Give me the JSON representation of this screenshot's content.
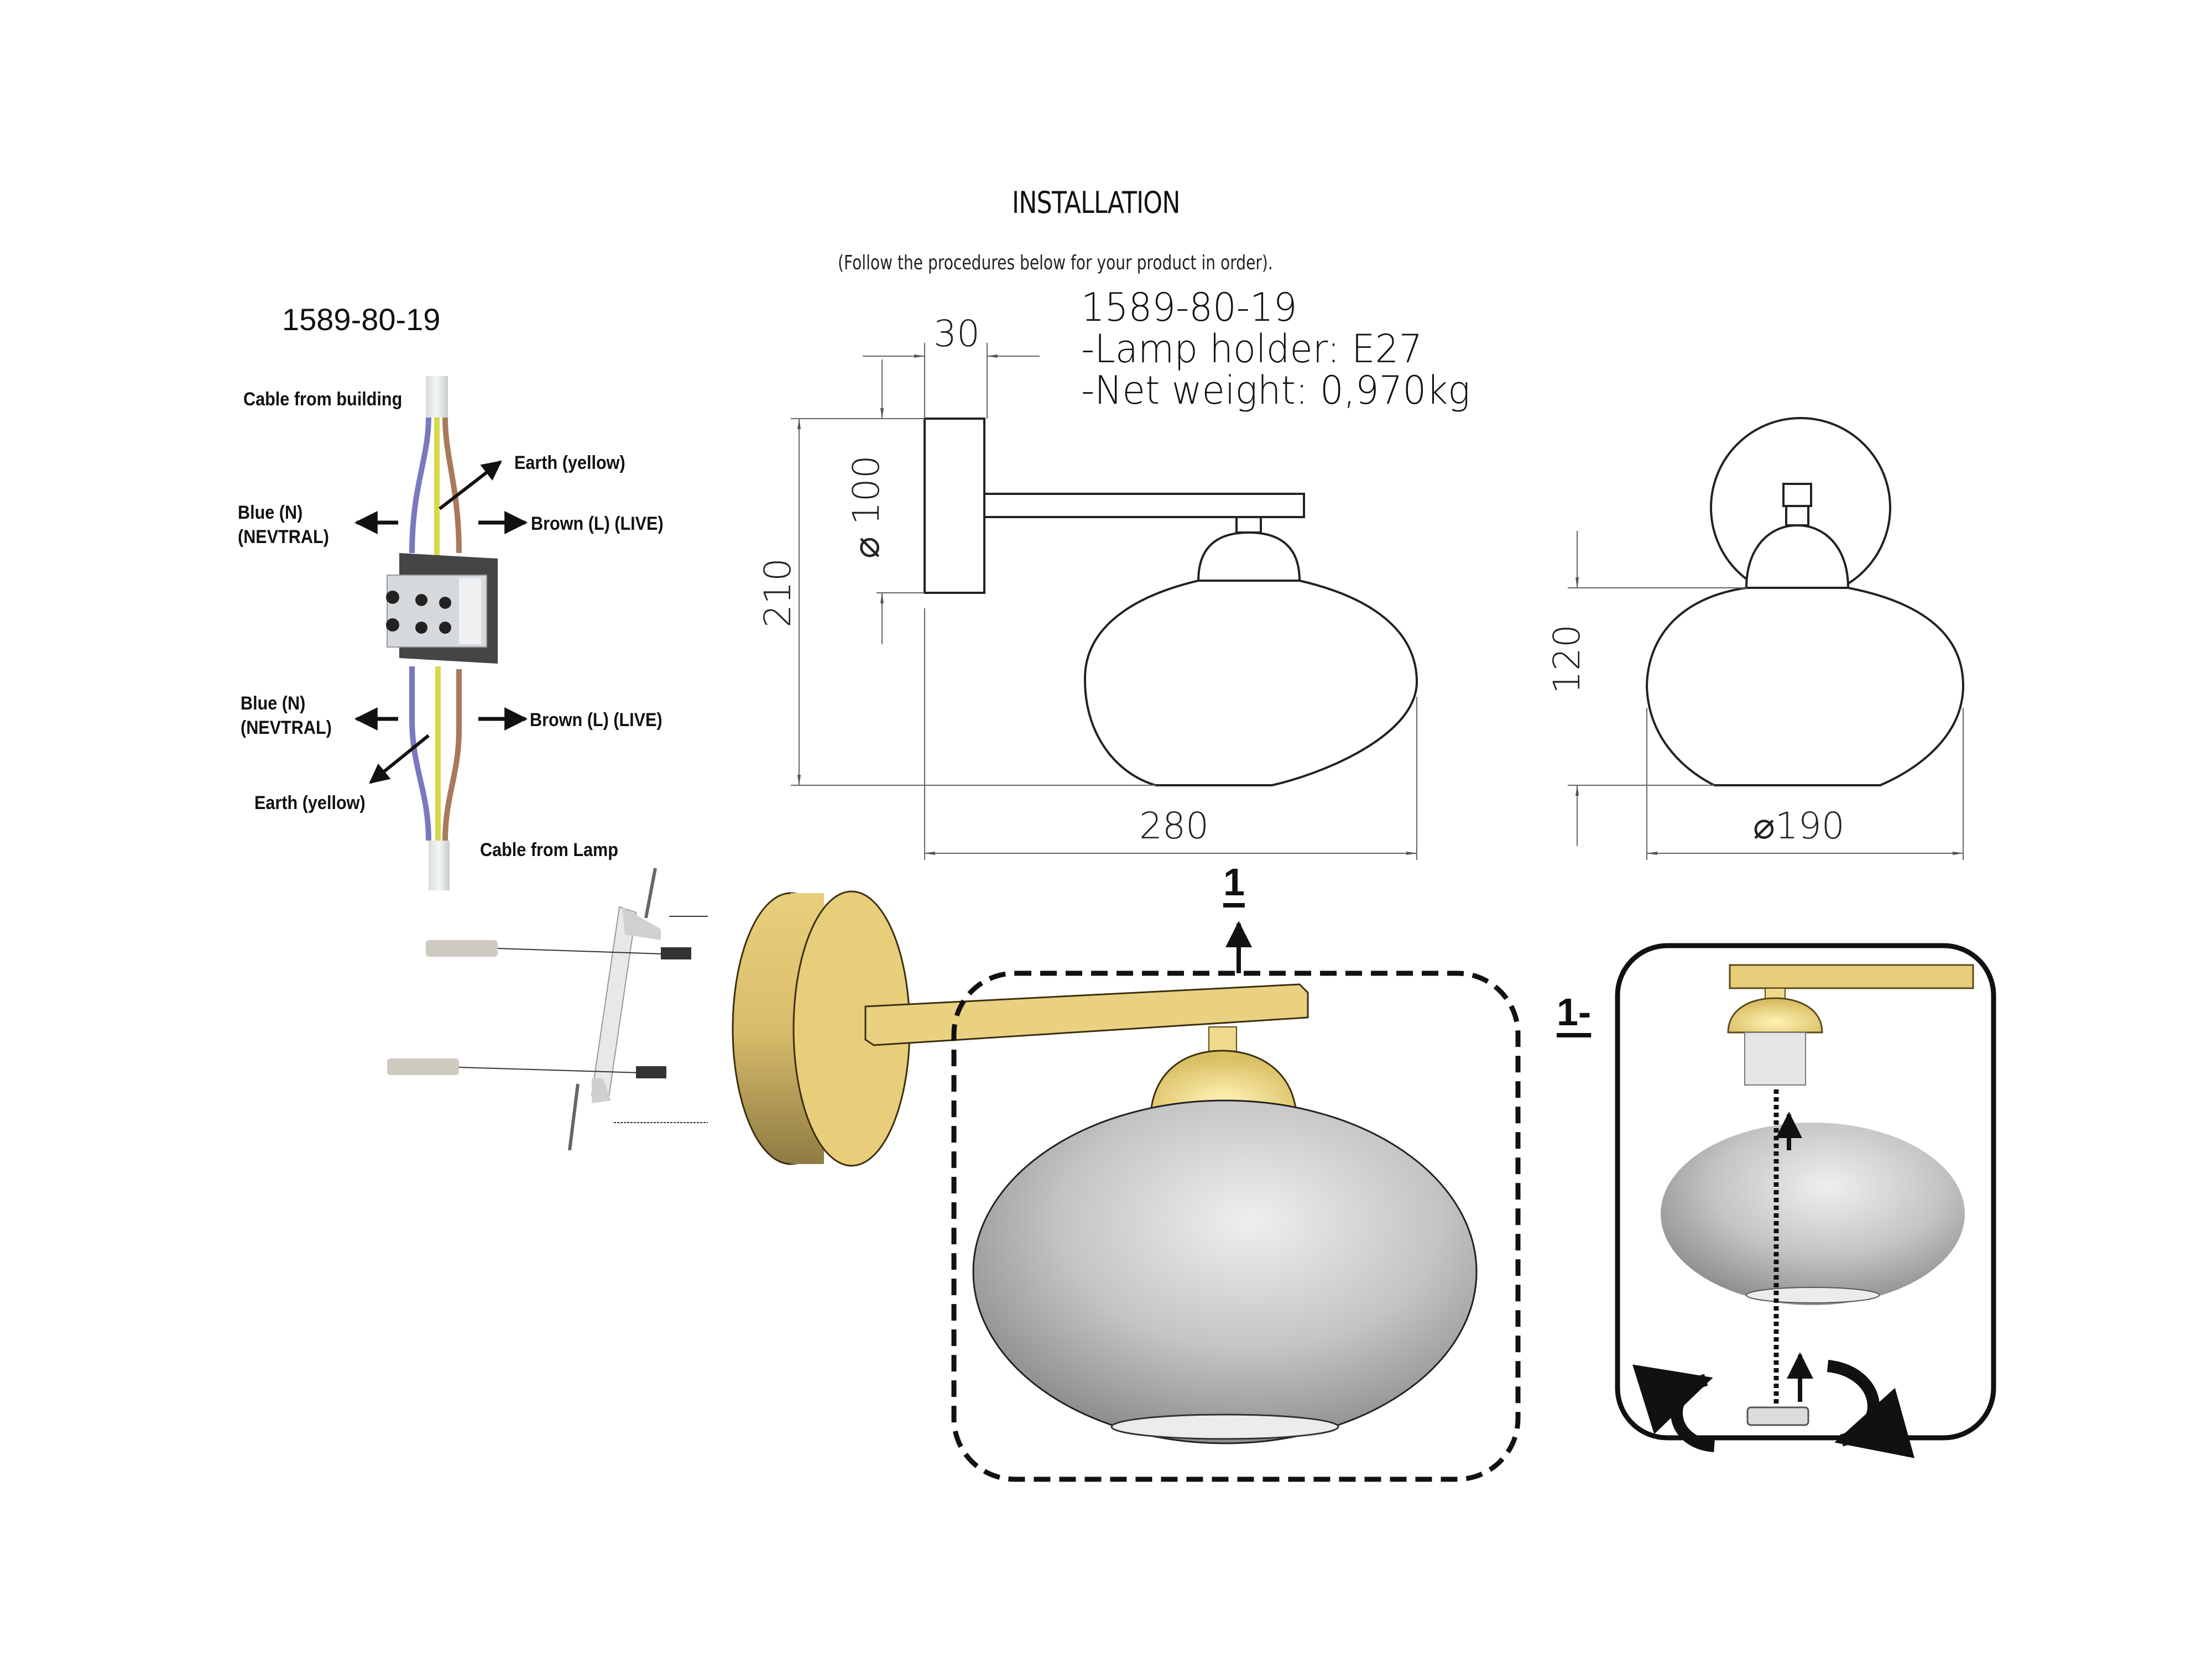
{
  "header": {
    "title": "INSTALLATION",
    "subtitle": "(Follow the procedures below for your product in order)."
  },
  "wiring": {
    "model": "1589-80-19",
    "labels": {
      "cable_from_building": "Cable from building",
      "earth_top": "Earth (yellow)",
      "blue_top_line1": "Blue (N)",
      "blue_top_line2": "(NEVTRAL)",
      "brown_top": "Brown (L) (LIVE)",
      "blue_bottom_line1": "Blue (N)",
      "blue_bottom_line2": "(NEVTRAL)",
      "brown_bottom": "Brown (L) (LIVE)",
      "earth_bottom": "Earth (yellow)",
      "cable_from_lamp": "Cable from Lamp"
    },
    "wire_colors": {
      "neutral": "#7b78c0",
      "earth": "#d8d84a",
      "live": "#a87a5a"
    }
  },
  "specs": {
    "model": "1589-80-19",
    "lamp_holder": "-Lamp holder: E27",
    "net_weight": "-Net weight: 0,970kg"
  },
  "dimensions": {
    "side_view": {
      "base_depth": "30",
      "base_diameter": "⌀ 100",
      "total_height": "210",
      "total_length": "280"
    },
    "front_view": {
      "shade_height": "120",
      "shade_diameter": "⌀190"
    }
  },
  "assembly": {
    "step_marker": "1",
    "detail_step_label": "1-",
    "colors": {
      "brass": "#e8cd7a",
      "glass": "#b8b8b8"
    }
  }
}
